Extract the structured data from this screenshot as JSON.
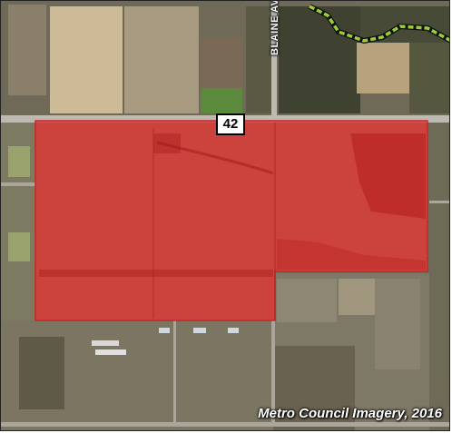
{
  "map": {
    "road_label": "42",
    "street_label": "BLAINE AVE E",
    "credit": "Metro Council Imagery, 2016",
    "colors": {
      "parcel_fill": "#e53935",
      "parcel_stroke": "#c62828",
      "trail": "#9ccc3a",
      "road": "#bdbab2"
    }
  }
}
